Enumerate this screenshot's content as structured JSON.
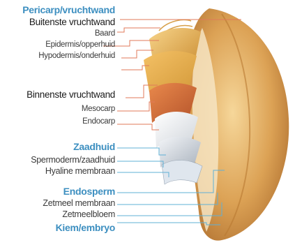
{
  "labels": {
    "pericarp": "Pericarp/vruchtwand",
    "outer_wall": "Buitenste vruchtwand",
    "beard": "Baard",
    "epidermis": "Epidermis/opperhuid",
    "hypodermis": "Hypodermis/onderhuid",
    "inner_wall": "Binnenste vruchtwand",
    "mesocarp": "Mesocarp",
    "endocarp": "Endocarp",
    "seed_coat": "Zaadhuid",
    "spermoderm": "Spermoderm/zaadhuid",
    "hyaline": "Hyaline membraan",
    "endosperm": "Endosperm",
    "starch_membrane": "Zetmeel membraan",
    "starch_flour": "Zetmeelbloem",
    "germ": "Kiem/embryo"
  },
  "colors": {
    "heading": "#3d8fc0",
    "leader_pericarp": "#e07a5a",
    "leader_blue": "#5fb0d6",
    "grain_outer": "#c9883a",
    "grain_inner": "#f1c271"
  }
}
